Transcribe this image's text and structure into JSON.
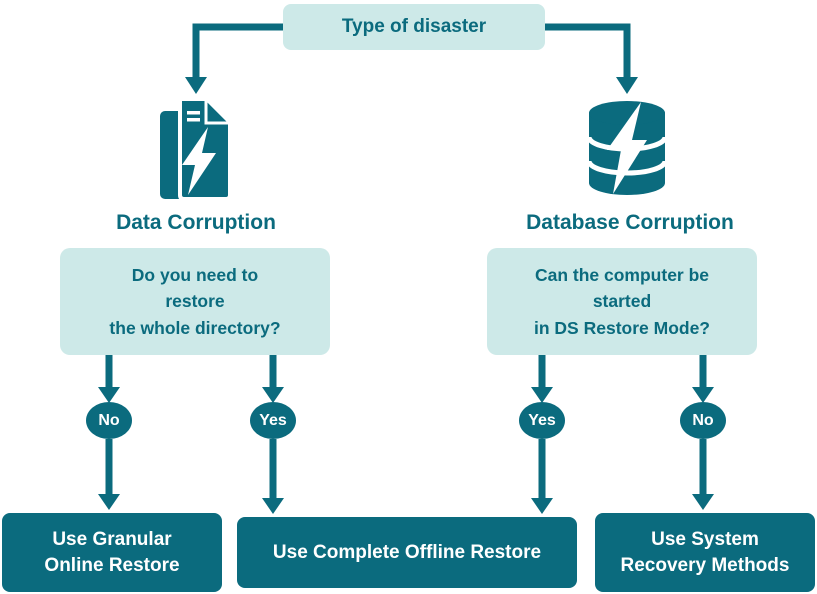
{
  "colors": {
    "dark": "#0b6b7e",
    "light": "#cde9e8"
  },
  "root": {
    "label": "Type of disaster"
  },
  "left": {
    "title": "Data Corruption",
    "question": "Do you need to\nrestore\nthe whole directory?",
    "no_label": "No",
    "yes_label": "Yes"
  },
  "right": {
    "title": "Database Corruption",
    "question": "Can the computer be\nstarted\nin DS Restore Mode?",
    "yes_label": "Yes",
    "no_label": "No"
  },
  "outcomes": {
    "granular_online": "Use Granular\nOnline Restore",
    "complete_offline": "Use Complete Offline Restore",
    "system_recovery": "Use System\nRecovery Methods"
  }
}
